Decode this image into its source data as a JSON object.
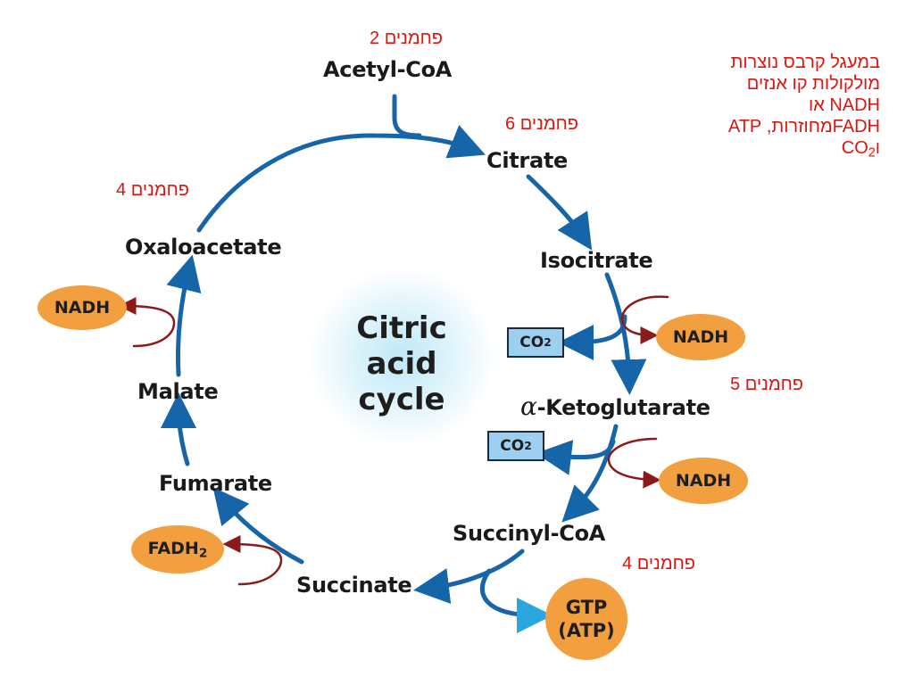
{
  "title": "Citric acid cycle",
  "center_label": [
    "Citric",
    "acid",
    "cycle"
  ],
  "intermediates": {
    "acetyl_coa": "Acetyl-CoA",
    "citrate": "Citrate",
    "isocitrate": "Isocitrate",
    "alpha_ketoglutarate_symbol": "α",
    "alpha_ketoglutarate": "-Ketoglutarate",
    "succinyl_coa": "Succinyl-CoA",
    "succinate": "Succinate",
    "fumarate": "Fumarate",
    "malate": "Malate",
    "oxaloacetate": "Oxaloacetate"
  },
  "products": {
    "nadh": "NADH",
    "fadh2": "FADH",
    "fadh2_sub": "2",
    "gtp": "GTP",
    "atp": "(ATP)",
    "co2": "CO",
    "co2_sub": "2"
  },
  "carbon_annotations": {
    "acetyl_coa": "2 פחמנים",
    "citrate": "6 פחמנים",
    "oxaloacetate": "4 פחמנים",
    "alpha_ketoglutarate": "5 פחמנים",
    "succinyl_coa": "4 פחמנים"
  },
  "note": {
    "line1": "במעגל קרבס נוצרות",
    "line2": "מולקולות קו אנזים",
    "line3": "NADH או",
    "line4": "FADHמחוזרות, ATP",
    "line5_prefix": "ו",
    "line5_co": "CO",
    "line5_sub": "2"
  },
  "colors": {
    "cycle_arrow": "#1565a8",
    "side_arrow": "#8b1a1a",
    "oval": "#f29f3f",
    "co2_box": "#9dd0f0",
    "gtp_arrow": "#29a6e0",
    "annotation": "#e3120b"
  }
}
